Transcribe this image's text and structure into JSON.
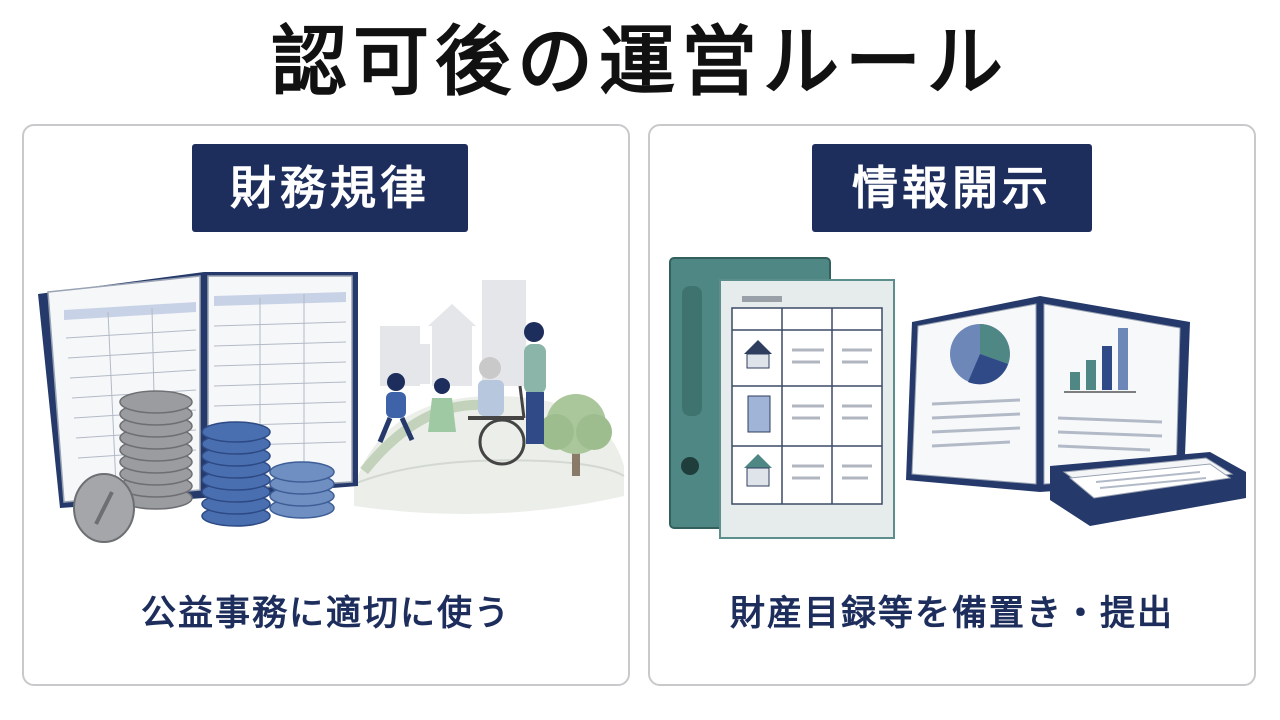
{
  "title": "認可後の運営ルール",
  "panels": [
    {
      "heading": "財務規律",
      "caption": "公益事務に適切に使う"
    },
    {
      "heading": "情報開示",
      "caption": "財産目録等を備置き・提出"
    }
  ],
  "colors": {
    "navy": "#1d2d5c",
    "teal": "#4e8784",
    "coin_blue": "#4a6fb0",
    "coin_gray": "#9a9ca0",
    "park_green": "#b9cfae"
  },
  "illustrations": [
    [
      "ledger-book-icon",
      "coin-stack-icon",
      "family-wheelchair-icon",
      "tree-icon",
      "buildings-icon"
    ],
    [
      "binder-icon",
      "property-list-icon",
      "house-icon",
      "report-book-icon",
      "pie-chart-icon",
      "bar-chart-icon",
      "document-tray-icon"
    ]
  ]
}
